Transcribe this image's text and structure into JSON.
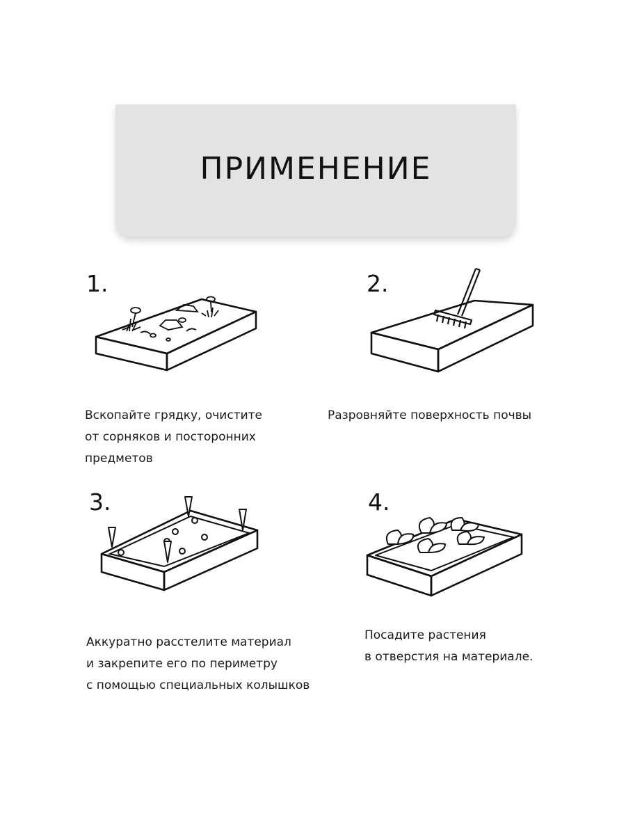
{
  "title": "ПРИМЕНЕНИЕ",
  "steps": [
    {
      "number": "1.",
      "lines": [
        "Вскопайте грядку, очистите",
        "от сорняков и посторонних",
        "предметов"
      ]
    },
    {
      "number": "2.",
      "lines": [
        "Разровняйте поверхность почвы"
      ]
    },
    {
      "number": "3.",
      "lines": [
        "Аккуратно расстелите материал",
        "и закрепите его по периметру",
        "с помощью специальных колышков"
      ]
    },
    {
      "number": "4.",
      "lines": [
        "Посадите растения",
        "в отверстия на материале."
      ]
    }
  ],
  "colors": {
    "banner": "#e3e3e3",
    "ink": "#111111"
  }
}
